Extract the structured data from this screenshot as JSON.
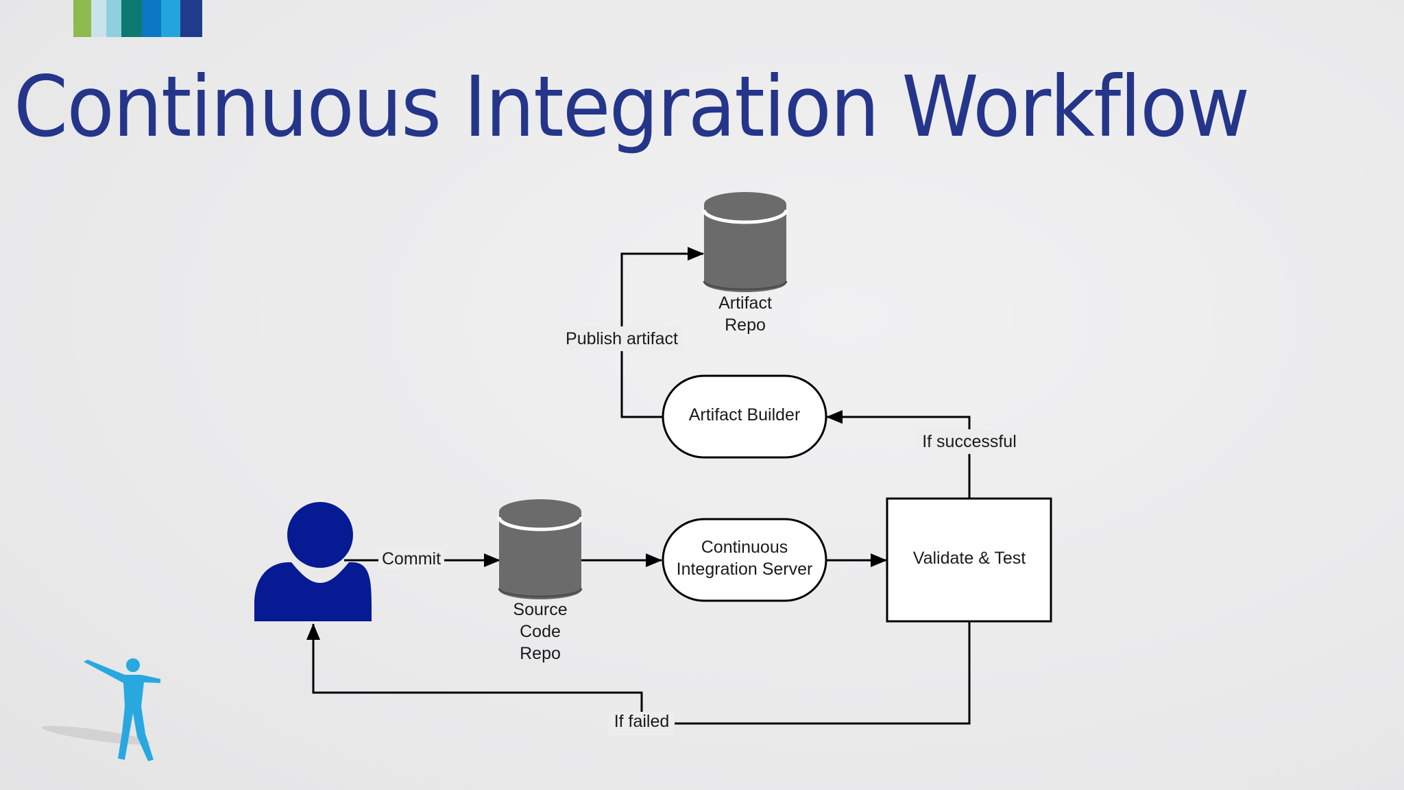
{
  "slide": {
    "title": "Continuous Integration Workflow",
    "accent_color": "#24358a",
    "stripe_colors": [
      "#8dbb4c",
      "#c9e3ea",
      "#8fd0de",
      "#0d7a72",
      "#0c77c4",
      "#22a5dd",
      "#213b8c"
    ]
  },
  "diagram": {
    "nodes": {
      "developer": {
        "icon": "person-icon",
        "color": "#061a94"
      },
      "source_repo": {
        "icon": "database-icon",
        "label_lines": [
          "Source",
          "Code",
          "Repo"
        ]
      },
      "ci_server": {
        "label_lines": [
          "Continuous",
          "Integration Server"
        ]
      },
      "validate": {
        "label": "Validate & Test"
      },
      "artifact_builder": {
        "label": "Artifact Builder"
      },
      "artifact_repo": {
        "icon": "database-icon",
        "label_lines": [
          "Artifact",
          "Repo"
        ]
      }
    },
    "edges": {
      "commit": "Commit",
      "publish": "Publish artifact",
      "success": "If successful",
      "failed": "If failed"
    },
    "cylinder_color": "#6b6b6b"
  },
  "decor": {
    "icon": "celebrating-figure-icon",
    "color": "#29a8e0"
  }
}
